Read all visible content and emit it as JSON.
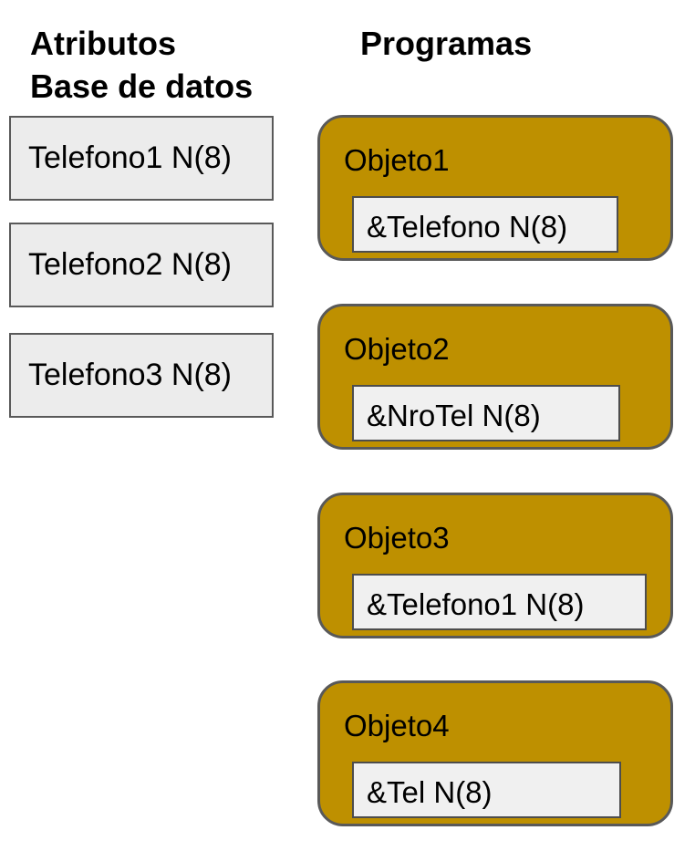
{
  "headings": {
    "attributes_line1": "Atributos",
    "attributes_line2": "Base de datos",
    "programs": "Programas"
  },
  "attributes": {
    "items": [
      {
        "label": "Telefono1 N(8)"
      },
      {
        "label": "Telefono2 N(8)"
      },
      {
        "label": "Telefono3 N(8)"
      }
    ]
  },
  "programs": {
    "objects": [
      {
        "title": "Objeto1",
        "variable": "&Telefono N(8)"
      },
      {
        "title": "Objeto2",
        "variable": "&NroTel N(8)"
      },
      {
        "title": "Objeto3",
        "variable": "&Telefono1 N(8)"
      },
      {
        "title": "Objeto4",
        "variable": "&Tel N(8)"
      }
    ]
  },
  "colors": {
    "background": "#FFFFFF",
    "text": "#000000",
    "object_fill": "#BE9000",
    "object_border": "#595959",
    "attribute_fill": "#ECECEC",
    "attribute_border": "#595959",
    "variable_fill": "#F0F0F0",
    "variable_border": "#4D4D4D"
  }
}
